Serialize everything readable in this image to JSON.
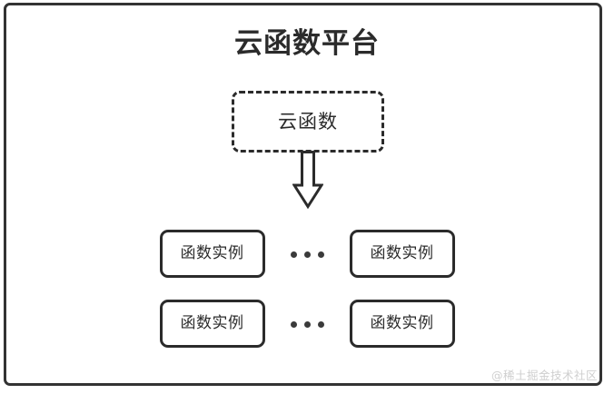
{
  "diagram": {
    "title": "云函数平台",
    "source_node": {
      "label": "云函数",
      "border_style": "dashed"
    },
    "arrow": {
      "direction": "down",
      "style": "hollow-block"
    },
    "rows": [
      {
        "left_instance": "函数实例",
        "ellipsis": "···",
        "right_instance": "函数实例"
      },
      {
        "left_instance": "函数实例",
        "ellipsis": "···",
        "right_instance": "函数实例"
      }
    ],
    "watermark": "@稀土掘金技术社区",
    "colors": {
      "stroke": "#2b2b2b",
      "frame": "#333333",
      "text": "#2b2b2b",
      "watermark": "#cfcfcf",
      "background": "#ffffff"
    }
  }
}
